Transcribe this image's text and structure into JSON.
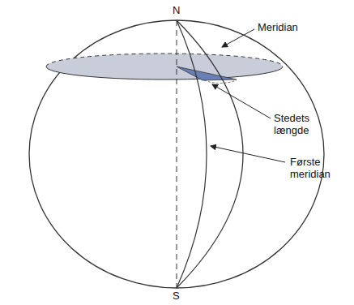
{
  "diagram": {
    "labels": [
      "N",
      "S",
      "Meridian",
      "Stedets længde",
      "Første meridian"
    ]
  }
}
